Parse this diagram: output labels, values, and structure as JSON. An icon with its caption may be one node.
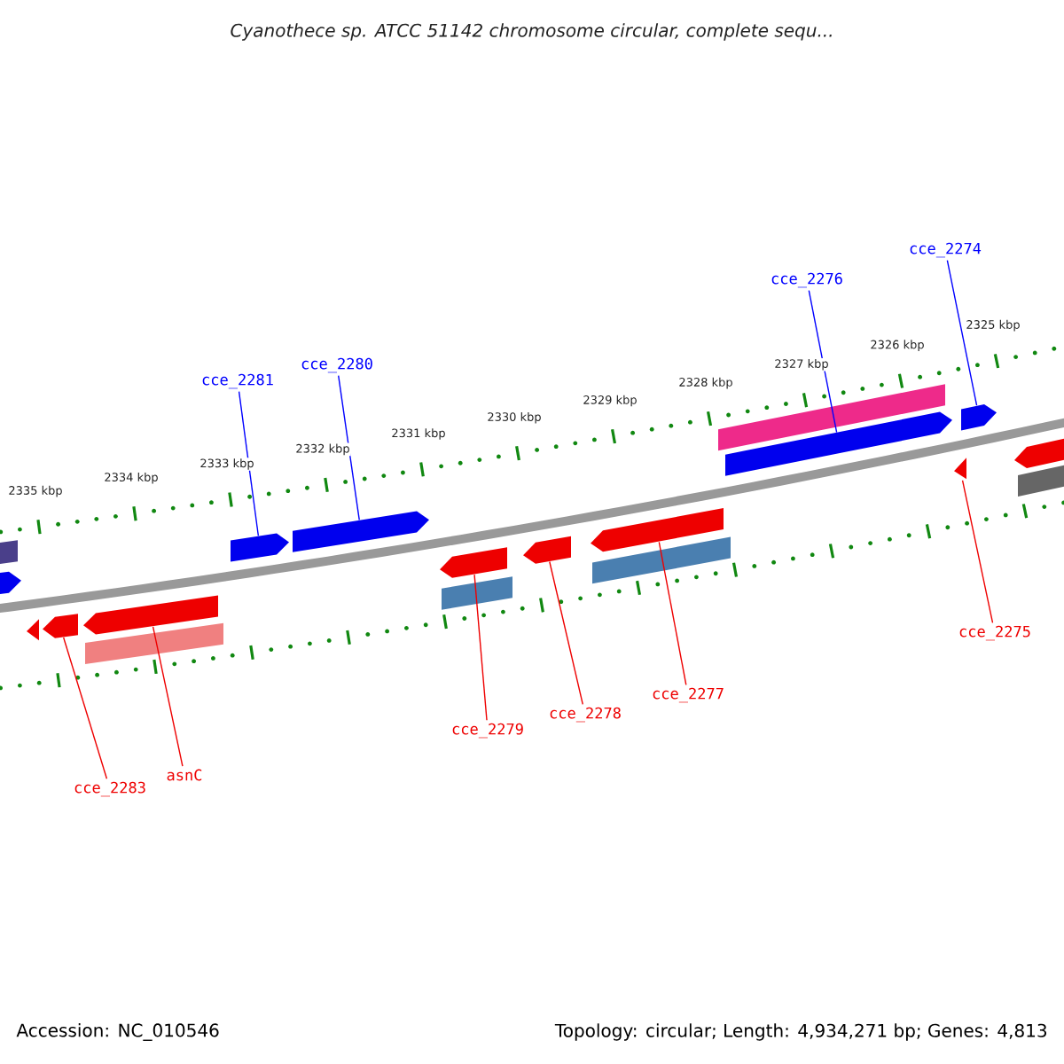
{
  "diagram": {
    "title": "Cyanothece sp. ATCC 51142 chromosome circular, complete sequ...",
    "nodes": [
      {
        "text": [
          "cce_2281"
        ]
      },
      {
        "text": [
          "cce_2280"
        ]
      },
      {
        "text": [
          "cce_2276"
        ]
      },
      {
        "text": [
          "cce_2274"
        ]
      },
      {
        "text": [
          "cce_2283"
        ]
      },
      {
        "text": [
          "asnC"
        ]
      },
      {
        "text": [
          "cce_2279"
        ]
      },
      {
        "text": [
          "cce_2278"
        ]
      },
      {
        "text": [
          "cce_2277"
        ]
      },
      {
        "text": [
          "cce_2275"
        ]
      },
      {
        "text": [],
        "shape": "arrow"
      },
      {
        "text": [],
        "shape": "arrow"
      },
      {
        "text": [],
        "shape": "arrow"
      },
      {
        "text": [],
        "shape": "arrow"
      },
      {
        "text": [],
        "shape": "arrow"
      },
      {
        "text": [],
        "shape": "arrow"
      },
      {
        "text": [],
        "shape": "arrow"
      },
      {
        "text": [],
        "shape": "arrow"
      },
      {
        "text": [],
        "shape": "arrow"
      },
      {
        "text": [],
        "shape": "arrow"
      },
      {
        "text": [],
        "shape": "box"
      },
      {
        "text": [],
        "shape": "arrow"
      },
      {
        "text": [],
        "shape": "box"
      },
      {
        "text": [],
        "shape": "arrow"
      },
      {
        "text": [],
        "shape": "box"
      },
      {
        "text": [],
        "shape": "box"
      },
      {
        "text": [],
        "shape": "box"
      },
      {
        "text": [],
        "shape": "arrow"
      },
      {
        "text": [],
        "shape": "box"
      }
    ],
    "edges": [
      {
        "from": 0,
        "to": 10,
        "arrow": "none",
        "color": "#0000ff"
      },
      {
        "from": 1,
        "to": 11,
        "arrow": "none",
        "color": "#0000ff"
      },
      {
        "from": 2,
        "to": 12,
        "arrow": "none",
        "color": "#0000ff"
      },
      {
        "from": 3,
        "to": 13,
        "arrow": "none",
        "color": "#0000ff"
      },
      {
        "from": 4,
        "to": 14,
        "arrow": "none"
      },
      {
        "from": 5,
        "to": 15,
        "arrow": "none"
      },
      {
        "from": 6,
        "to": 16,
        "arrow": "none"
      },
      {
        "from": 7,
        "to": 17,
        "arrow": "none"
      },
      {
        "from": 8,
        "to": 18,
        "arrow": "none"
      },
      {
        "from": 9,
        "to": 19,
        "arrow": "none"
      }
    ],
    "labels": [
      "2335 kbp",
      "2334 kbp",
      "2333 kbp",
      "2332 kbp",
      "2331 kbp",
      "2330 kbp",
      "2329 kbp",
      "2328 kbp",
      "2327 kbp",
      "2326 kbp",
      "2325 kbp",
      "Accession: NC_010546",
      "Topology: circular; Length: 4,934,271 bp; Genes: 4,813"
    ]
  }
}
